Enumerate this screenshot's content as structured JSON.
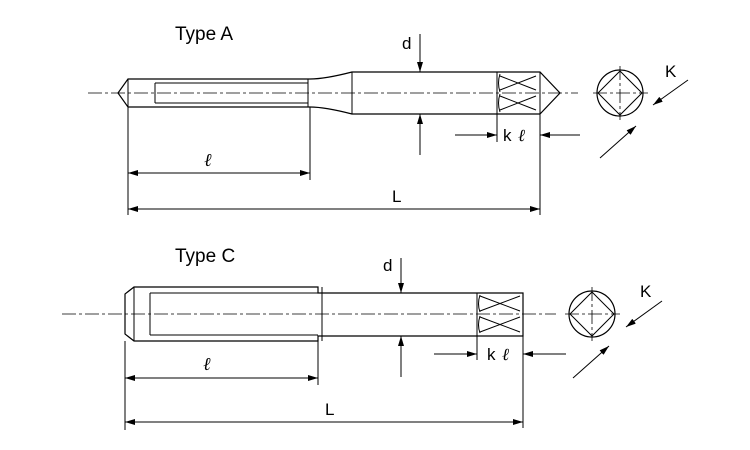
{
  "drawing": {
    "type_a": {
      "title": "Type A",
      "labels": {
        "d": "d",
        "k": "k",
        "l": "ℓ",
        "L": "L",
        "K": "K",
        "kl_l": "ℓ"
      }
    },
    "type_c": {
      "title": "Type C",
      "labels": {
        "d": "d",
        "k": "k",
        "l": "ℓ",
        "L": "L",
        "K": "K",
        "kl_l": "ℓ"
      }
    }
  }
}
